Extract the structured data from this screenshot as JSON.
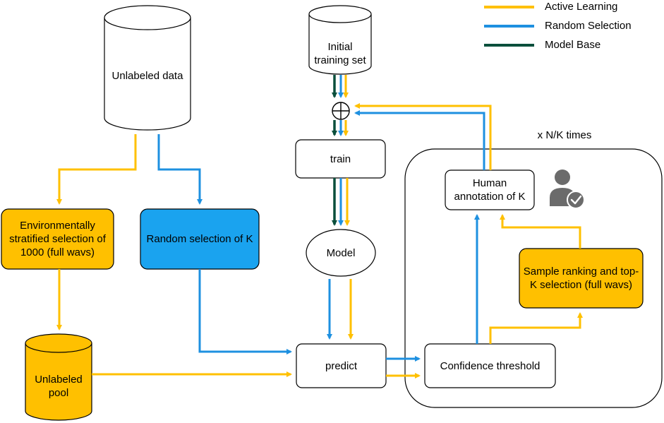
{
  "colors": {
    "active_learning": "#FFC000",
    "random_selection": "#1E90E0",
    "model_base": "#0B4F3C",
    "box_fill_orange": "#FFC000",
    "box_fill_blue": "#1AA3EF",
    "stroke": "#000000"
  },
  "legend": [
    {
      "label": "Active Learning",
      "color_key": "active_learning"
    },
    {
      "label": "Random Selection",
      "color_key": "random_selection"
    },
    {
      "label": "Model Base",
      "color_key": "model_base"
    }
  ],
  "nodes": {
    "unlabeled_data": "Unlabeled data",
    "initial_training_set": "Initial training set",
    "train": "train",
    "model": "Model",
    "predict": "predict",
    "env_selection": "Environmentally stratified selection of 1000 (full wavs)",
    "random_selection_k": "Random selection of K",
    "unlabeled_pool": "Unlabeled pool",
    "confidence_threshold": "Confidence threshold",
    "human_annotation": "Human annotation of K",
    "sample_ranking": "Sample ranking and top-K selection (full wavs)",
    "loop_label": "x N/K times"
  },
  "icons": {
    "user_check": "user-check-icon",
    "sum": "plus-circle-icon"
  }
}
